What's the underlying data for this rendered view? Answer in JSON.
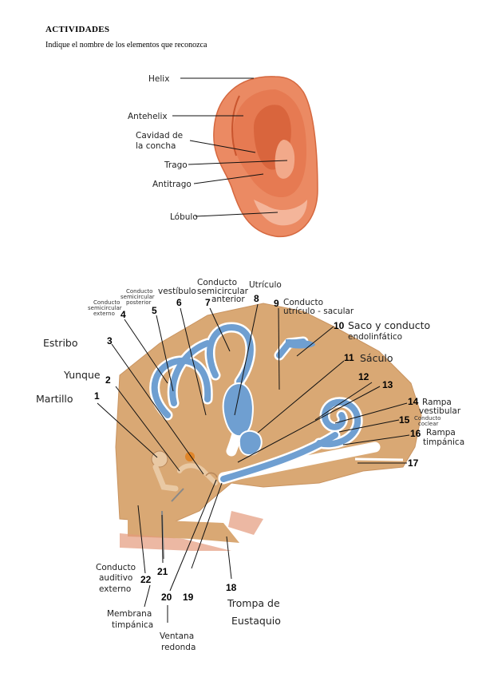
{
  "heading": "ACTIVIDADES",
  "instruction": "Indique el nombre de los elementos que reconozca",
  "ear_labels": {
    "helix": "Helix",
    "antehelix": "Antehelix",
    "concha_1": "Cavidad de",
    "concha_2": "la concha",
    "trago": "Trago",
    "antitrago": "Antitrago",
    "lobulo": "Lóbulo"
  },
  "inner_labels": {
    "sc_ext_1": "Conducto",
    "sc_ext_2": "semicircular",
    "sc_ext_3": "externo",
    "sc_post_1": "Conducto",
    "sc_post_2": "semicircular",
    "sc_post_3": "posterior",
    "vestibulo": "vestíbulo",
    "sc_ant_1": "Conducto",
    "sc_ant_2": "semicircular",
    "sc_ant_3": "anterior",
    "utriculo": "Utrículo",
    "cus_1": "Conducto",
    "cus_2": "utrículo - sacular",
    "saco_1": "Saco y conducto",
    "saco_2": "endolinfático",
    "saculo": "Sáculo",
    "estribo": "Estribo",
    "yunque": "Yunque",
    "martillo": "Martillo",
    "rampa_v_1": "Rampa",
    "rampa_v_2": "vestibular",
    "coclear_1": "Conducto",
    "coclear_2": "coclear",
    "rampa_t_1": "Rampa",
    "rampa_t_2": "timpánica",
    "cae_1": "Conducto",
    "cae_2": "auditivo",
    "cae_3": "externo",
    "membrana_1": "Membrana",
    "membrana_2": "timpánica",
    "ventana_1": "Ventana",
    "ventana_2": "redonda",
    "trompa_1": "Trompa de",
    "trompa_2": "Eustaquio"
  },
  "numbers": [
    "1",
    "2",
    "3",
    "4",
    "5",
    "6",
    "7",
    "8",
    "9",
    "10",
    "11",
    "12",
    "13",
    "14",
    "15",
    "16",
    "17",
    "18",
    "19",
    "20",
    "21",
    "22"
  ],
  "colors": {
    "ear": "#e9835c",
    "bone": "#d9a874",
    "fluid": "#6f9fd1"
  }
}
